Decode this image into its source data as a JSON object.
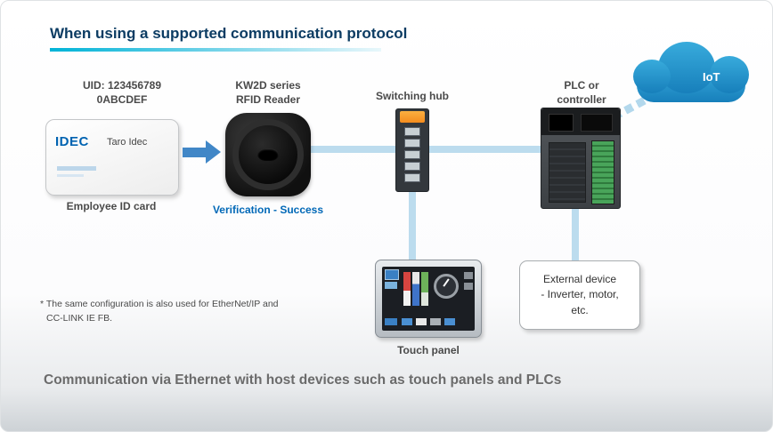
{
  "title": "When using a supported communication protocol",
  "id_card": {
    "uid_line1": "UID: 123456789",
    "uid_line2": "0ABCDEF",
    "brand": "IDEC",
    "holder_name": "Taro Idec",
    "caption": "Employee ID card"
  },
  "rfid_reader": {
    "label_line1": "KW2D series",
    "label_line2": "RFID Reader",
    "status": "Verification - Success"
  },
  "switching_hub": {
    "label": "Switching hub"
  },
  "plc": {
    "label_line1": "PLC or",
    "label_line2": "controller"
  },
  "iot_cloud": {
    "label": "IoT"
  },
  "touch_panel": {
    "caption": "Touch panel"
  },
  "external_device": {
    "line1": "External device",
    "line2": "- Inverter, motor,",
    "line3": "etc."
  },
  "footnote": {
    "line1": "* The same configuration is also used for EtherNet/IP and",
    "line2": "CC-LINK IE FB."
  },
  "caption": "Communication via Ethernet with host devices such as touch panels and PLCs",
  "colors": {
    "title": "#0c3c63",
    "accent": "#00b3d7",
    "connector": "#bcdcee",
    "status": "#0068b7",
    "caption_text": "#6b6b6b"
  }
}
